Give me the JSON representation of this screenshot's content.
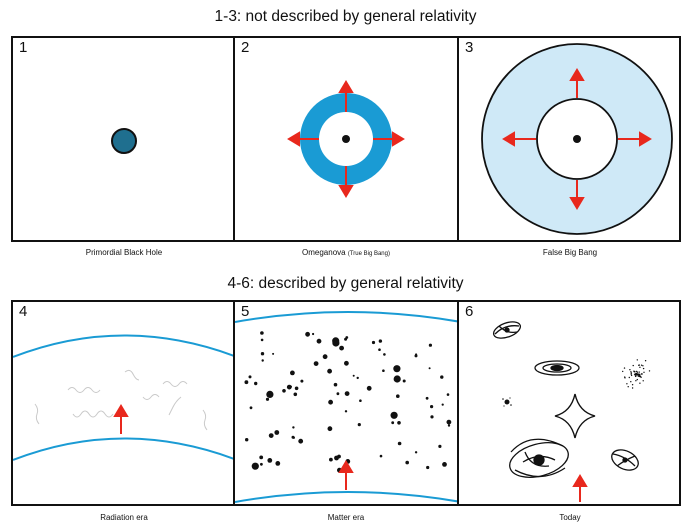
{
  "headings": {
    "top": "1-3: not described by general relativity",
    "bottom": "4-6: described by general relativity"
  },
  "colors": {
    "accent_blue": "#1a9bd4",
    "light_blue": "#cfe9f7",
    "dark_teal": "#1f6f8f",
    "arrow_red": "#e8281d"
  },
  "panels": [
    {
      "number": "1",
      "caption": "Primordial Black Hole"
    },
    {
      "number": "2",
      "caption": "Omeganova",
      "caption_note": "(True Big Bang)"
    },
    {
      "number": "3",
      "caption": "False Big Bang"
    },
    {
      "number": "4",
      "caption": "Radiation era"
    },
    {
      "number": "5",
      "caption": "Matter era"
    },
    {
      "number": "6",
      "caption": "Today"
    }
  ]
}
